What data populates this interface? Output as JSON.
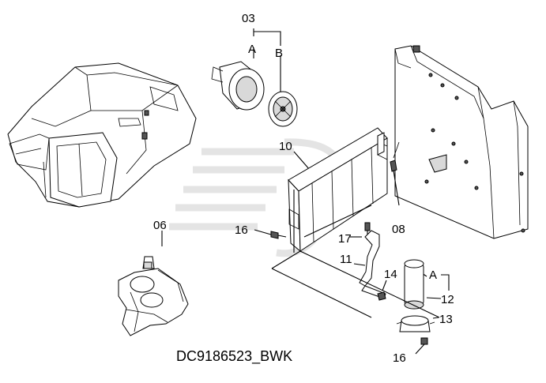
{
  "diagram": {
    "caption": "DC9186523_BWK",
    "callouts": {
      "c03": "03",
      "cA_top": "A",
      "cB": "B",
      "c10": "10",
      "c06": "06",
      "c16_left": "16",
      "c17": "17",
      "c11": "11",
      "c14": "14",
      "c08": "08",
      "cA_right": "A",
      "c12": "12",
      "c13": "13",
      "c16_bottom": "16"
    }
  }
}
